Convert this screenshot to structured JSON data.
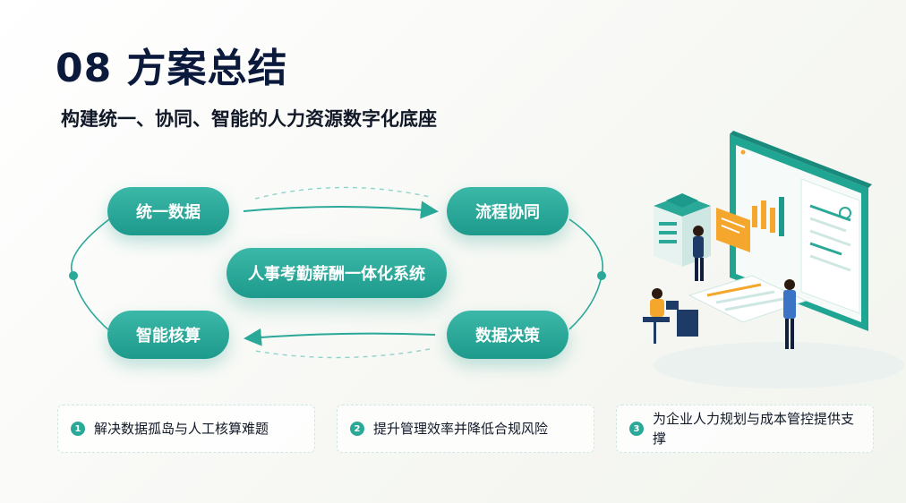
{
  "header": {
    "title": "08 方案总结",
    "subtitle": "构建统一、协同、智能的人力资源数字化底座"
  },
  "diagram": {
    "nodes": {
      "top_left": "统一数据",
      "top_right": "流程协同",
      "center": "人事考勤薪酬一体化系统",
      "bottom_left": "智能核算",
      "bottom_right": "数据决策"
    }
  },
  "benefits": [
    {
      "number": "1",
      "text": "解决数据孤岛与人工核算难题"
    },
    {
      "number": "2",
      "text": "提升管理效率并降低合规风险"
    },
    {
      "number": "3",
      "text": "为企业人力规划与成本管控提供支撑"
    }
  ],
  "colors": {
    "accent": "#1d9a8b",
    "accent_light": "#3cb8a9",
    "title": "#0b1a3c",
    "accent_orange": "#f4a72c",
    "accent_navy": "#1e3a66"
  },
  "illustration": {
    "icons": [
      "dashboard-screen-icon",
      "server-stack-icon",
      "people-working-icon"
    ]
  }
}
